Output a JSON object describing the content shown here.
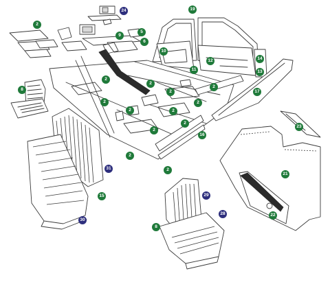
{
  "colors": {
    "green_badge": "#1f7a3a",
    "navy_badge": "#2e2f7d",
    "line": "#3a3a3a",
    "background": "#ffffff"
  },
  "callouts": {
    "b2_kit_floor": "2",
    "b24": "24",
    "b19": "19",
    "b9": "9",
    "b5": "5",
    "b6": "6",
    "b10": "10",
    "b11": "11",
    "b12": "12",
    "b14": "14",
    "b13": "13",
    "b8_seat_left": "8",
    "b2_tunnel": "2",
    "b2_mid_a": "2",
    "b2_mid_b": "2",
    "b2_mid_c": "2",
    "b2_mid_d": "2",
    "b2_mid_e": "2",
    "b17": "17",
    "b2_floor_a": "2",
    "b2_floor_b": "2",
    "b2_floor_c": "2",
    "b2_floor_d": "2",
    "b16": "16",
    "b2_floor_e": "2",
    "b2_floor_f": "2",
    "b23": "23",
    "b31": "31",
    "b15": "15",
    "b21": "21",
    "b30": "30",
    "b29": "29",
    "b28": "28",
    "b22": "22",
    "b8_seat_bottom": "8"
  }
}
